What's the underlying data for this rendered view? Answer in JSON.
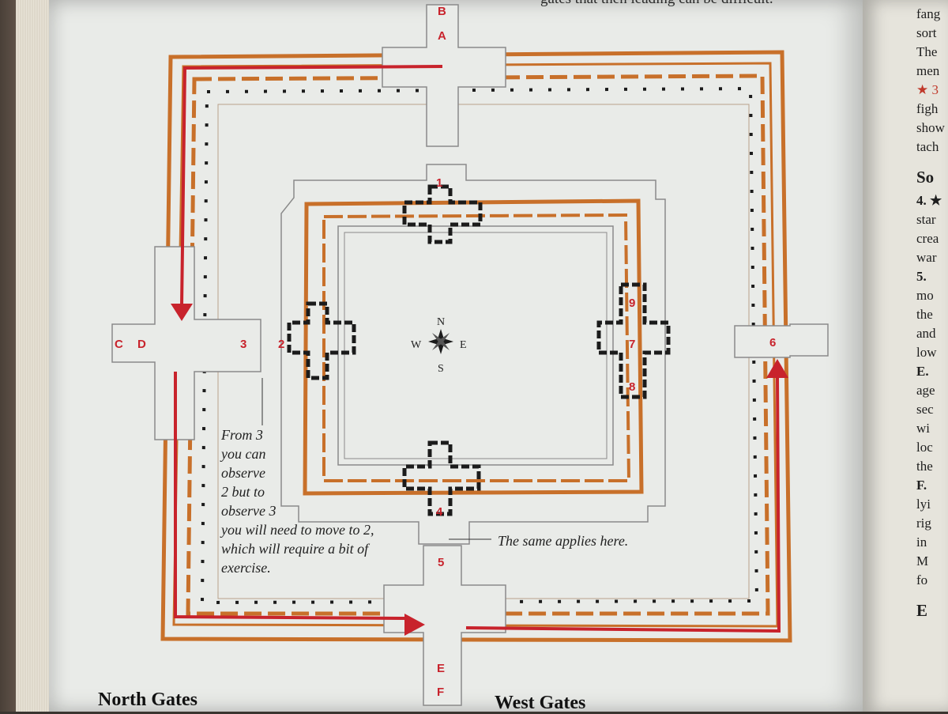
{
  "top_text": "gates that then leading can be difficult.",
  "gate_labels": [
    "A",
    "B",
    "C",
    "D",
    "E",
    "F"
  ],
  "temple_labels": [
    "1",
    "2",
    "3",
    "4",
    "5",
    "6",
    "7",
    "8",
    "9"
  ],
  "compass": {
    "n": "N",
    "s": "S",
    "e": "E",
    "w": "W"
  },
  "annotation_1": [
    "From 3",
    "you can",
    "observe",
    "2 but to",
    "observe 3",
    "you will need to move to 2,",
    "which will require a bit of",
    "exercise."
  ],
  "annotation_2": "The same applies here.",
  "headings": {
    "north": "North Gates",
    "west": "West Gates"
  },
  "right_column": [
    "fang",
    "sort",
    "The",
    "men",
    "★ 3",
    "figh",
    "show",
    "tach",
    "So",
    "4. ★",
    "star",
    "crea",
    "war",
    "5.",
    "mo",
    "the",
    "and",
    "low",
    "E.",
    "age",
    "sec",
    "wi",
    "loc",
    "the",
    "F.",
    "lyi",
    "rig",
    "in",
    "M",
    "fo",
    "E"
  ],
  "colors": {
    "wall": "#c8702a",
    "route": "#c8232c",
    "outline": "#8a8a8a",
    "temple": "#1b1b1b",
    "paper": "#e9ebe8"
  }
}
